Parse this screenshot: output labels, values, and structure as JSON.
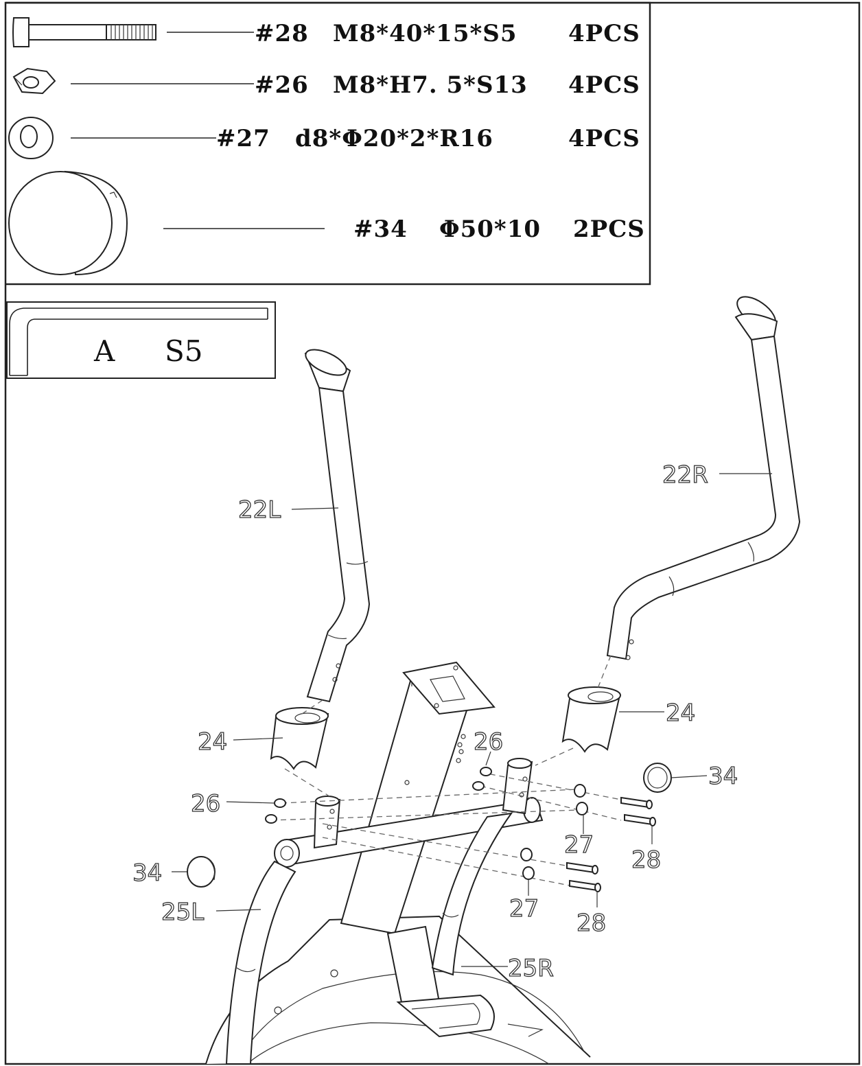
{
  "hardware": [
    {
      "number": "#28",
      "spec": "M8*40*15*S5",
      "qty": "4PCS",
      "icon": "bolt-icon"
    },
    {
      "number": "#26",
      "spec": "M8*H7. 5*S13",
      "qty": "4PCS",
      "icon": "nut-icon"
    },
    {
      "number": "#27",
      "spec": "d8*Φ20*2*R16",
      "qty": "4PCS",
      "icon": "washer-icon"
    },
    {
      "number": "#34",
      "spec": "Φ50*10",
      "qty": "2PCS",
      "icon": "end-cap-icon"
    }
  ],
  "tool": {
    "letter": "A",
    "size": "S5",
    "icon": "allen-key-icon"
  },
  "callouts": {
    "handlebar_left": "22L",
    "handlebar_right": "22R",
    "sleeve_left": "24",
    "sleeve_right": "24",
    "nut_left": "26",
    "nut_right": "26",
    "cap_left": "34",
    "cap_right": "34",
    "washer_upper": "27",
    "washer_lower": "27",
    "bolt_upper": "28",
    "bolt_lower": "28",
    "arm_left": "25L",
    "arm_right": "25R"
  }
}
